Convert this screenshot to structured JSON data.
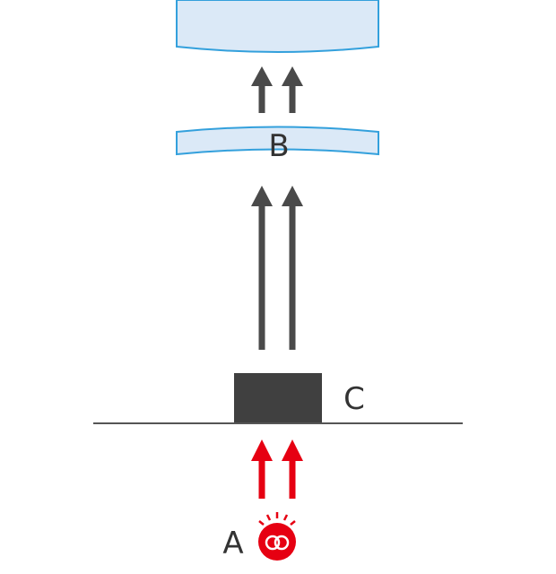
{
  "labels": {
    "light_source": "A",
    "condenser_lens": "B",
    "specimen": "C"
  },
  "colors": {
    "lens_fill": "#dbe9f7",
    "lens_stroke": "#33a0dc",
    "arrow_gray": "#4a4a4a",
    "arrow_red": "#e60012",
    "specimen_fill": "#404040",
    "stage_line": "#555555",
    "label_color": "#333333"
  },
  "icons": {
    "light_source": "light-bulb-icon"
  }
}
